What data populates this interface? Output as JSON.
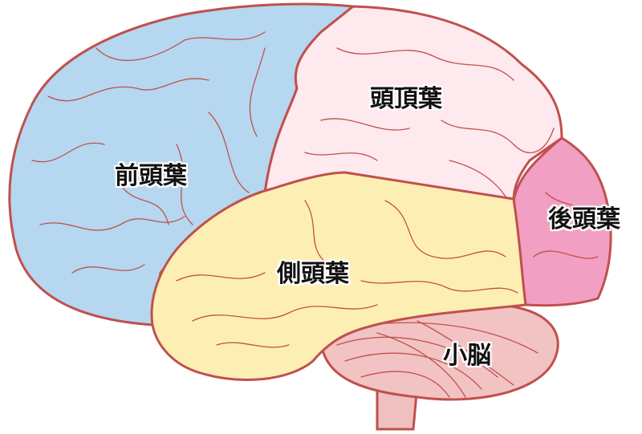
{
  "title": "脳の構造",
  "regions": [
    {
      "id": "frontal",
      "label": "前頭葉",
      "color": "#b5d7ef"
    },
    {
      "id": "parietal",
      "label": "頭頂葉",
      "color": "#fde9ee"
    },
    {
      "id": "occipital",
      "label": "後頭葉",
      "color": "#f19fc2"
    },
    {
      "id": "temporal",
      "label": "側頭葉",
      "color": "#fdefb3"
    },
    {
      "id": "cerebellum",
      "label": "小脳",
      "color": "#f2c3c3"
    }
  ],
  "outline_color": "#c0504d"
}
